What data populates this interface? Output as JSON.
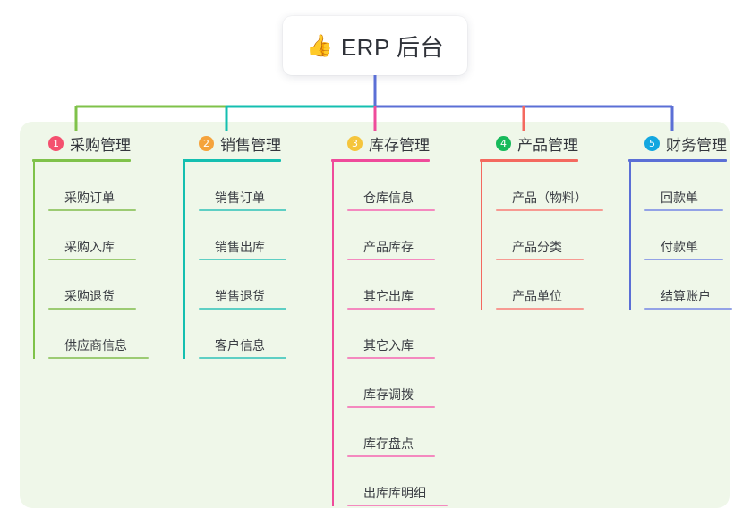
{
  "diagram": {
    "type": "mind-map",
    "title": "ERP 后台",
    "background_color": "#ffffff",
    "panel_color": "#eff7e9",
    "root": {
      "icon": "thumbs-up-emoji",
      "emoji": "👍",
      "label": "ERP 后台",
      "box_color": "#ffffff",
      "text_color": "#2f3239"
    },
    "branches": [
      {
        "number": "1",
        "badge_color": "#f4506f",
        "line_color": "#7fc24a",
        "title": "采购管理",
        "items": [
          "采购订单",
          "采购入库",
          "采购退货",
          "供应商信息"
        ]
      },
      {
        "number": "2",
        "badge_color": "#f5a33c",
        "line_color": "#14bfb0",
        "title": "销售管理",
        "items": [
          "销售订单",
          "销售出库",
          "销售退货",
          "客户信息"
        ]
      },
      {
        "number": "3",
        "badge_color": "#f5c53c",
        "line_color": "#ef4b9b",
        "title": "库存管理",
        "items": [
          "仓库信息",
          "产品库存",
          "其它出库",
          "其它入库",
          "库存调拨",
          "库存盘点",
          "出库库明细"
        ]
      },
      {
        "number": "4",
        "badge_color": "#17ba5b",
        "line_color": "#f4695f",
        "title": "产品管理",
        "items": [
          "产品（物料）",
          "产品分类",
          "产品单位"
        ]
      },
      {
        "number": "5",
        "badge_color": "#13a7e0",
        "line_color": "#5b6fd6",
        "title": "财务管理",
        "items": [
          "回款单",
          "付款单",
          "结算账户"
        ]
      }
    ]
  }
}
